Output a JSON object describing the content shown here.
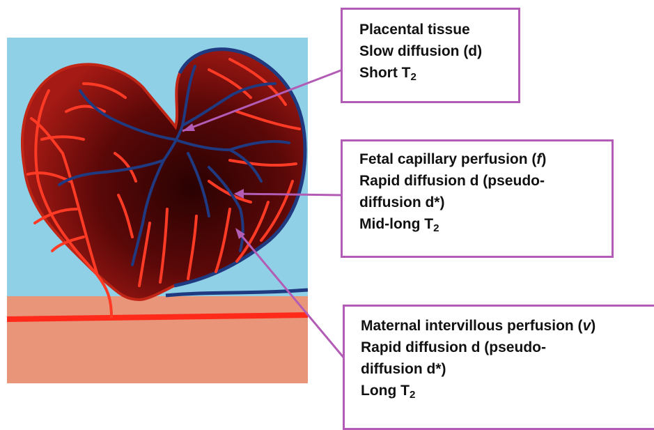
{
  "labels": {
    "placental_tissue": {
      "title": "Placental tissue",
      "diffusion": "Slow diffusion (d)",
      "t2_prefix": "Short T",
      "t2_sub": "2"
    },
    "fetal_capillary": {
      "title_prefix": "Fetal capillary perfusion (",
      "title_symbol": "f",
      "title_suffix": ")",
      "diffusion_line1": "Rapid diffusion d (pseudo-",
      "diffusion_line2": "diffusion d*)",
      "t2_prefix": "Mid-long T",
      "t2_sub": "2"
    },
    "maternal_intervillous": {
      "title_prefix": "Maternal intervillous perfusion (",
      "title_symbol": "v",
      "title_suffix": ")",
      "diffusion_line1": "Rapid diffusion d (pseudo-",
      "diffusion_line2": "diffusion d*)",
      "t2_prefix": "Long T",
      "t2_sub": "2"
    }
  },
  "colors": {
    "background_fluid": "#8fd0e6",
    "uterine_wall": "#e9957a",
    "villous_tissue": "#6a0d0d",
    "villous_tissue_dark": "#2a0202",
    "maternal_vessels": "#ff2a1a",
    "fetal_vessels": "#1f3a80",
    "box_border": "#b25cb5",
    "pointer_lines": "#b25cb5"
  }
}
